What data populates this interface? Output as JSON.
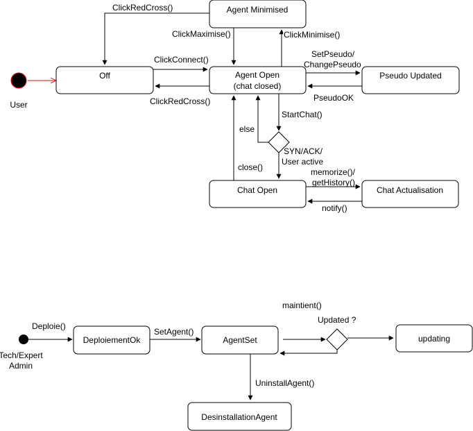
{
  "states": {
    "off": "Off",
    "agent_minimised": "Agent Minimised",
    "agent_open_line1": "Agent Open",
    "agent_open_line2": "(chat closed)",
    "pseudo_updated": "Pseudo Updated",
    "chat_open": "Chat Open",
    "chat_actualisation": "Chat Actualisation",
    "deploiement_ok": "DeploiementOk",
    "agent_set": "AgentSet",
    "updating": "updating",
    "desinstallation_agent": "DesinstallationAgent"
  },
  "actors": {
    "user": "User",
    "tech_line1": "Tech/Expert",
    "tech_line2": "Admin"
  },
  "transitions": {
    "click_red_cross_top": "ClickRedCross()",
    "click_maximise": "ClickMaximise()",
    "click_minimise": "ClickMinimise()",
    "click_connect": "ClickConnect()",
    "click_red_cross_bottom": "ClickRedCross()",
    "set_pseudo_line1": "SetPseudo/",
    "set_pseudo_line2": "ChangePseudo",
    "pseudo_ok": "PseudoOK",
    "start_chat": "StartChat()",
    "else": "else",
    "syn_ack_line1": "SYN/ACK/",
    "syn_ack_line2": "User active",
    "close": "close()",
    "memorize_line1": "memorize()/",
    "memorize_line2": "getHistory()",
    "notify": "notify()",
    "deploie": "Deploie()",
    "set_agent": "SetAgent()",
    "maintient": "maintient()",
    "updated_q": "Updated ?",
    "uninstall_agent": "UninstallAgent()"
  },
  "colors": {
    "initial_fill": "#000000",
    "initial_ring": "#ff0000",
    "user_arrow": "#ff0000",
    "stroke": "#000000"
  }
}
